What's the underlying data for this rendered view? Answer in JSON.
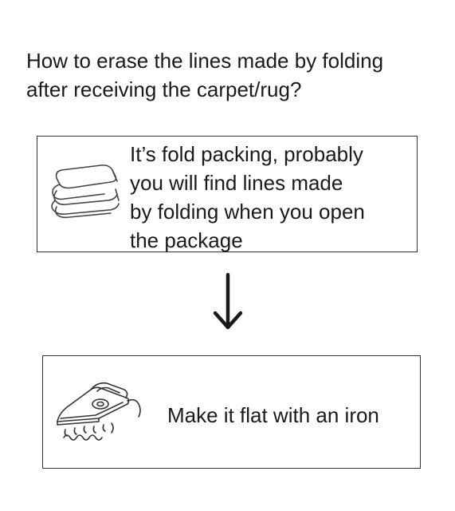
{
  "question": {
    "line1": "How to erase the lines made by folding",
    "line2": "after receiving the carpet/rug?"
  },
  "step1": {
    "icon": "folded-fabric-icon",
    "lines": [
      "It’s fold packing, probably",
      "you will find lines made",
      "by folding when you open",
      "the package"
    ]
  },
  "connector": {
    "icon": "arrow-down-icon"
  },
  "step2": {
    "icon": "steam-iron-icon",
    "text": "Make it flat with an iron"
  }
}
